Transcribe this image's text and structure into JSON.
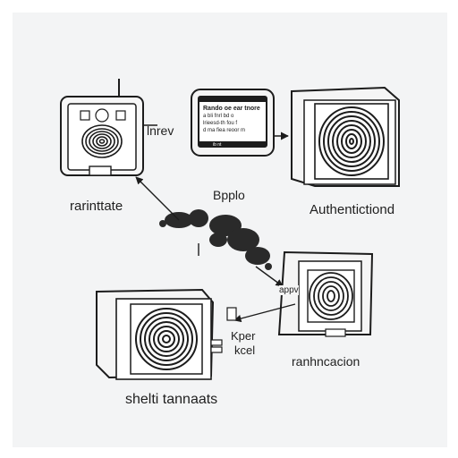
{
  "labels": {
    "top_left": "lnrev",
    "left": "rarinttate",
    "center": "Bpplo",
    "right": "Authentictiond",
    "bottom_left_title": "shelti tannaats",
    "bottom_left_side_1": "Kper",
    "bottom_left_side_2": "kcel",
    "bottom_right": "ranhncacion",
    "bottom_right_tag": "appv"
  },
  "terminal": {
    "title": "Rando oe ear tnore",
    "lines": [
      "a bli fnrl bd o",
      "lrieesd-th fou f",
      "d ma fiea reoor m"
    ],
    "footer": "ib nt"
  },
  "colors": {
    "ink": "#1c1c1c",
    "panel": "#f3f4f5",
    "device_fill": "#f7f7f7",
    "smudge": "#2a2a2a"
  },
  "icons": [
    "fingerprint-icon",
    "tablet-icon",
    "terminal-device-icon",
    "scanner-icon",
    "arrow-icon"
  ]
}
